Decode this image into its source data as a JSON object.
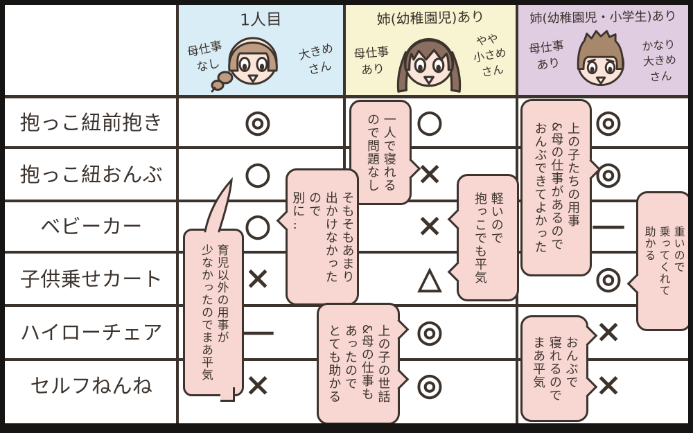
{
  "colors": {
    "ink": "#3c332d",
    "frame": "#171514",
    "bubble_pink": "#f8d7d3",
    "header_bg_1": "#d9edf7",
    "header_bg_2": "#f8f4d2",
    "header_bg_3": "#e0cde2",
    "skin": "#fbe4da",
    "hair_1": "#bd9c82",
    "hair_2": "#8a6e60",
    "hair_3": "#a8886c",
    "paper": "#ffffff"
  },
  "header": {
    "columns": [
      {
        "title": "1人目",
        "left_label": "母仕事\nなし",
        "right_label": "大きめ\nさん",
        "face": "girl-with-braid"
      },
      {
        "title": "姉(幼稚園児)あり",
        "left_label": "母仕事\nあり",
        "right_label": "やや\n小さめ\nさん",
        "face": "girl-with-pigtails"
      },
      {
        "title": "姉(幼稚園児・小学生)あり",
        "left_label": "母仕事\nあり",
        "right_label": "かなり\n大きめ\nさん",
        "face": "boy-short-hair"
      }
    ]
  },
  "table": {
    "rows": [
      {
        "label": "抱っこ紐前抱き",
        "cells": [
          "◎",
          "○",
          "◎"
        ]
      },
      {
        "label": "抱っこ紐おんぶ",
        "cells": [
          "○",
          "×",
          "◎"
        ]
      },
      {
        "label": "ベビーカー",
        "cells": [
          "○",
          "×",
          "―"
        ]
      },
      {
        "label": "子供乗せカート",
        "cells": [
          "×",
          "△",
          "◎"
        ]
      },
      {
        "label": "ハイローチェア",
        "cells": [
          "―",
          "◎",
          "×"
        ]
      },
      {
        "label": "セルフねんね",
        "cells": [
          "×",
          "◎",
          "×"
        ]
      }
    ]
  },
  "bubbles": [
    {
      "text": "一人で寝れる\nので問題なし"
    },
    {
      "text": "そもそもあまり\n出かけなかった\nので\n別に…"
    },
    {
      "text": "育児以外の用事が\n少なかったのでまあ平気"
    },
    {
      "text": "軽いので\n抱っこでも平気"
    },
    {
      "text": "上の子の世話\n&母の仕事も\nあったので\nとても助かる"
    },
    {
      "text": "上の子たちの用事\n&母の仕事があるので\nおんぶできてよかった"
    },
    {
      "text": "重いので\n乗ってくれて\n助かる"
    },
    {
      "text": "おんぶで\n寝れるので\nまあ平気"
    }
  ]
}
